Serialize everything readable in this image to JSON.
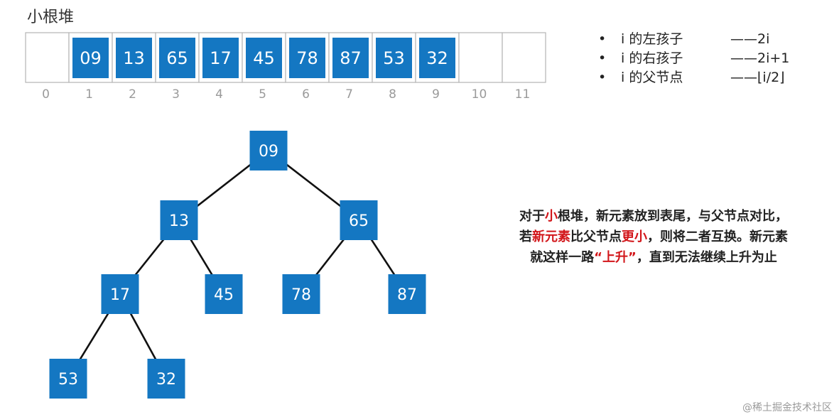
{
  "title": "小根堆",
  "array": {
    "cells": [
      "",
      "09",
      "13",
      "65",
      "17",
      "45",
      "78",
      "87",
      "53",
      "32",
      "",
      ""
    ],
    "indices": [
      "0",
      "1",
      "2",
      "3",
      "4",
      "5",
      "6",
      "7",
      "8",
      "9",
      "10",
      "11"
    ]
  },
  "notes": [
    {
      "bullet": "•",
      "text": "i 的左孩子",
      "formula": "——2i"
    },
    {
      "bullet": "•",
      "text": "i 的右孩子",
      "formula": "——2i+1"
    },
    {
      "bullet": "•",
      "text": "i 的父节点",
      "formula": "——⌊i/2⌋"
    }
  ],
  "tree": {
    "nodes": [
      {
        "id": "n1",
        "label": "09"
      },
      {
        "id": "n2",
        "label": "13"
      },
      {
        "id": "n3",
        "label": "65"
      },
      {
        "id": "n4",
        "label": "17"
      },
      {
        "id": "n5",
        "label": "45"
      },
      {
        "id": "n6",
        "label": "78"
      },
      {
        "id": "n7",
        "label": "87"
      },
      {
        "id": "n8",
        "label": "53"
      },
      {
        "id": "n9",
        "label": "32"
      }
    ],
    "edges": [
      [
        "n1",
        "n2"
      ],
      [
        "n1",
        "n3"
      ],
      [
        "n2",
        "n4"
      ],
      [
        "n2",
        "n5"
      ],
      [
        "n3",
        "n6"
      ],
      [
        "n3",
        "n7"
      ],
      [
        "n4",
        "n8"
      ],
      [
        "n4",
        "n9"
      ]
    ]
  },
  "description": {
    "line1": [
      {
        "t": "对于",
        "red": false
      },
      {
        "t": "小",
        "red": true
      },
      {
        "t": "根堆，新元素放到表尾，与父节点对比，",
        "red": false
      }
    ],
    "line2": [
      {
        "t": "若",
        "red": false
      },
      {
        "t": "新元素",
        "red": true
      },
      {
        "t": "比父节点",
        "red": false
      },
      {
        "t": "更小",
        "red": true
      },
      {
        "t": "，则将二者互换。新元素",
        "red": false
      }
    ],
    "line3": [
      {
        "t": "就这样一路",
        "red": false
      },
      {
        "t": "“上升”",
        "red": true
      },
      {
        "t": "，直到无法继续上升为止",
        "red": false
      }
    ]
  },
  "colors": {
    "node": "#1477c2",
    "red": "#d2161a"
  },
  "footer": "@稀土掘金技术社区"
}
